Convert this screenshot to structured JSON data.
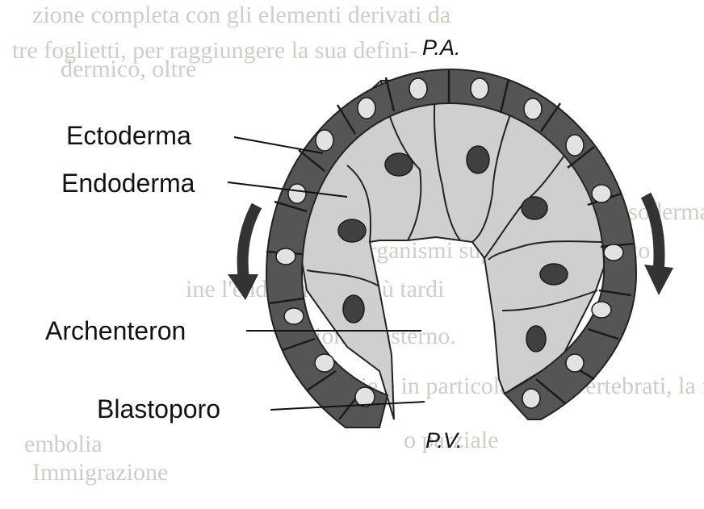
{
  "diagram": {
    "labels": {
      "ectoderm": "Ectoderma",
      "endoderm": "Endoderma",
      "archenteron": "Archenteron",
      "blastopore": "Blastoporo",
      "animal_pole": "P.A.",
      "vegetal_pole": "P.V."
    },
    "background_text": [
      "tre foglietti, per raggiungere la sua defini-",
      "zione completa con gli elementi derivati da",
      "dermico, oltre",
      "anche il mesoderma da cui si",
      "ma negli organismi superiori; da questo",
      "ine l'endoderma e più tardi",
      "rionale esterno.",
      "ecie e in particolare nei Vertebrati, la for-",
      "Immigrazione",
      "o parziale",
      "embolia"
    ],
    "colors": {
      "ectoderm": "#555555",
      "endoderm": "#cfcfcf",
      "nucleus": "#404040",
      "paper": "#ffffff",
      "ink": "#111111"
    }
  }
}
